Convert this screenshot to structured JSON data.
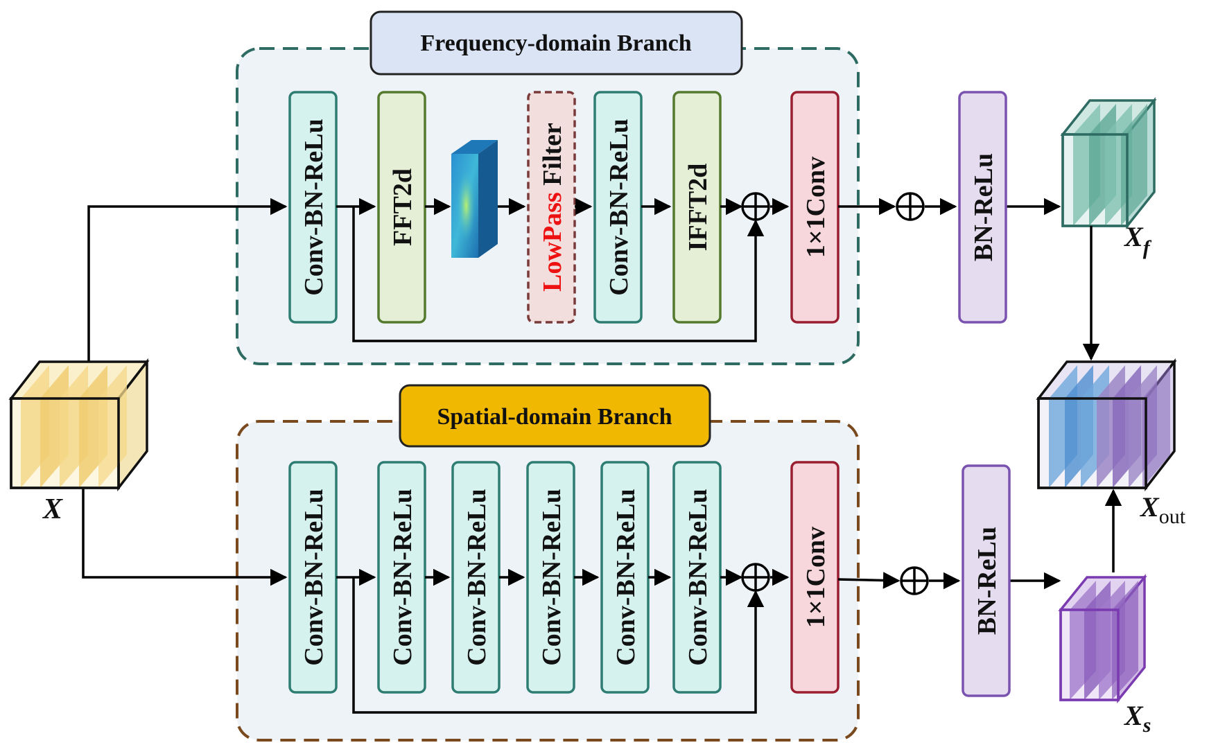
{
  "freq_branch": {
    "title": "Frequency-domain Branch",
    "blocks": {
      "conv1": "Conv-BN-ReLu",
      "fft": "FFT2d",
      "lowpass_part1": "LowPass",
      "lowpass_part2": " Filter",
      "conv2": "Conv-BN-ReLu",
      "ifft": "IFFT2d",
      "proj": "1×1Conv"
    }
  },
  "spatial_branch": {
    "title": "Spatial-domain Branch",
    "blocks": [
      "Conv-BN-ReLu",
      "Conv-BN-ReLu",
      "Conv-BN-ReLu",
      "Conv-BN-ReLu",
      "Conv-BN-ReLu",
      "Conv-BN-ReLu"
    ],
    "proj": "1×1Conv"
  },
  "bn_relu": {
    "top": "BN-ReLu",
    "bottom": "BN-ReLu"
  },
  "tensors": {
    "input": "X",
    "freq_out_base": "X",
    "freq_out_sub": "f",
    "spatial_out_base": "X",
    "spatial_out_sub": "s",
    "final_base": "X",
    "final_sub": "out"
  },
  "colors": {
    "freq_border": "#2e6b62",
    "spatial_border": "#7a4a1e",
    "conv_fill": "#d6f2ee",
    "conv_stroke": "#2e7d73",
    "fft_fill": "#e4efd6",
    "fft_stroke": "#557a2e",
    "lowpass_fill": "#f3dede",
    "lowpass_stroke": "#7a3a3a",
    "proj_fill": "#f7d6dc",
    "proj_stroke": "#9a1e30",
    "bnrelu_fill": "#e6dcf0",
    "bnrelu_stroke": "#7a52b0",
    "freq_title_fill": "#dbe4f5",
    "spatial_title_fill": "#f0b800",
    "lowpass_accent": "#ee1111"
  }
}
